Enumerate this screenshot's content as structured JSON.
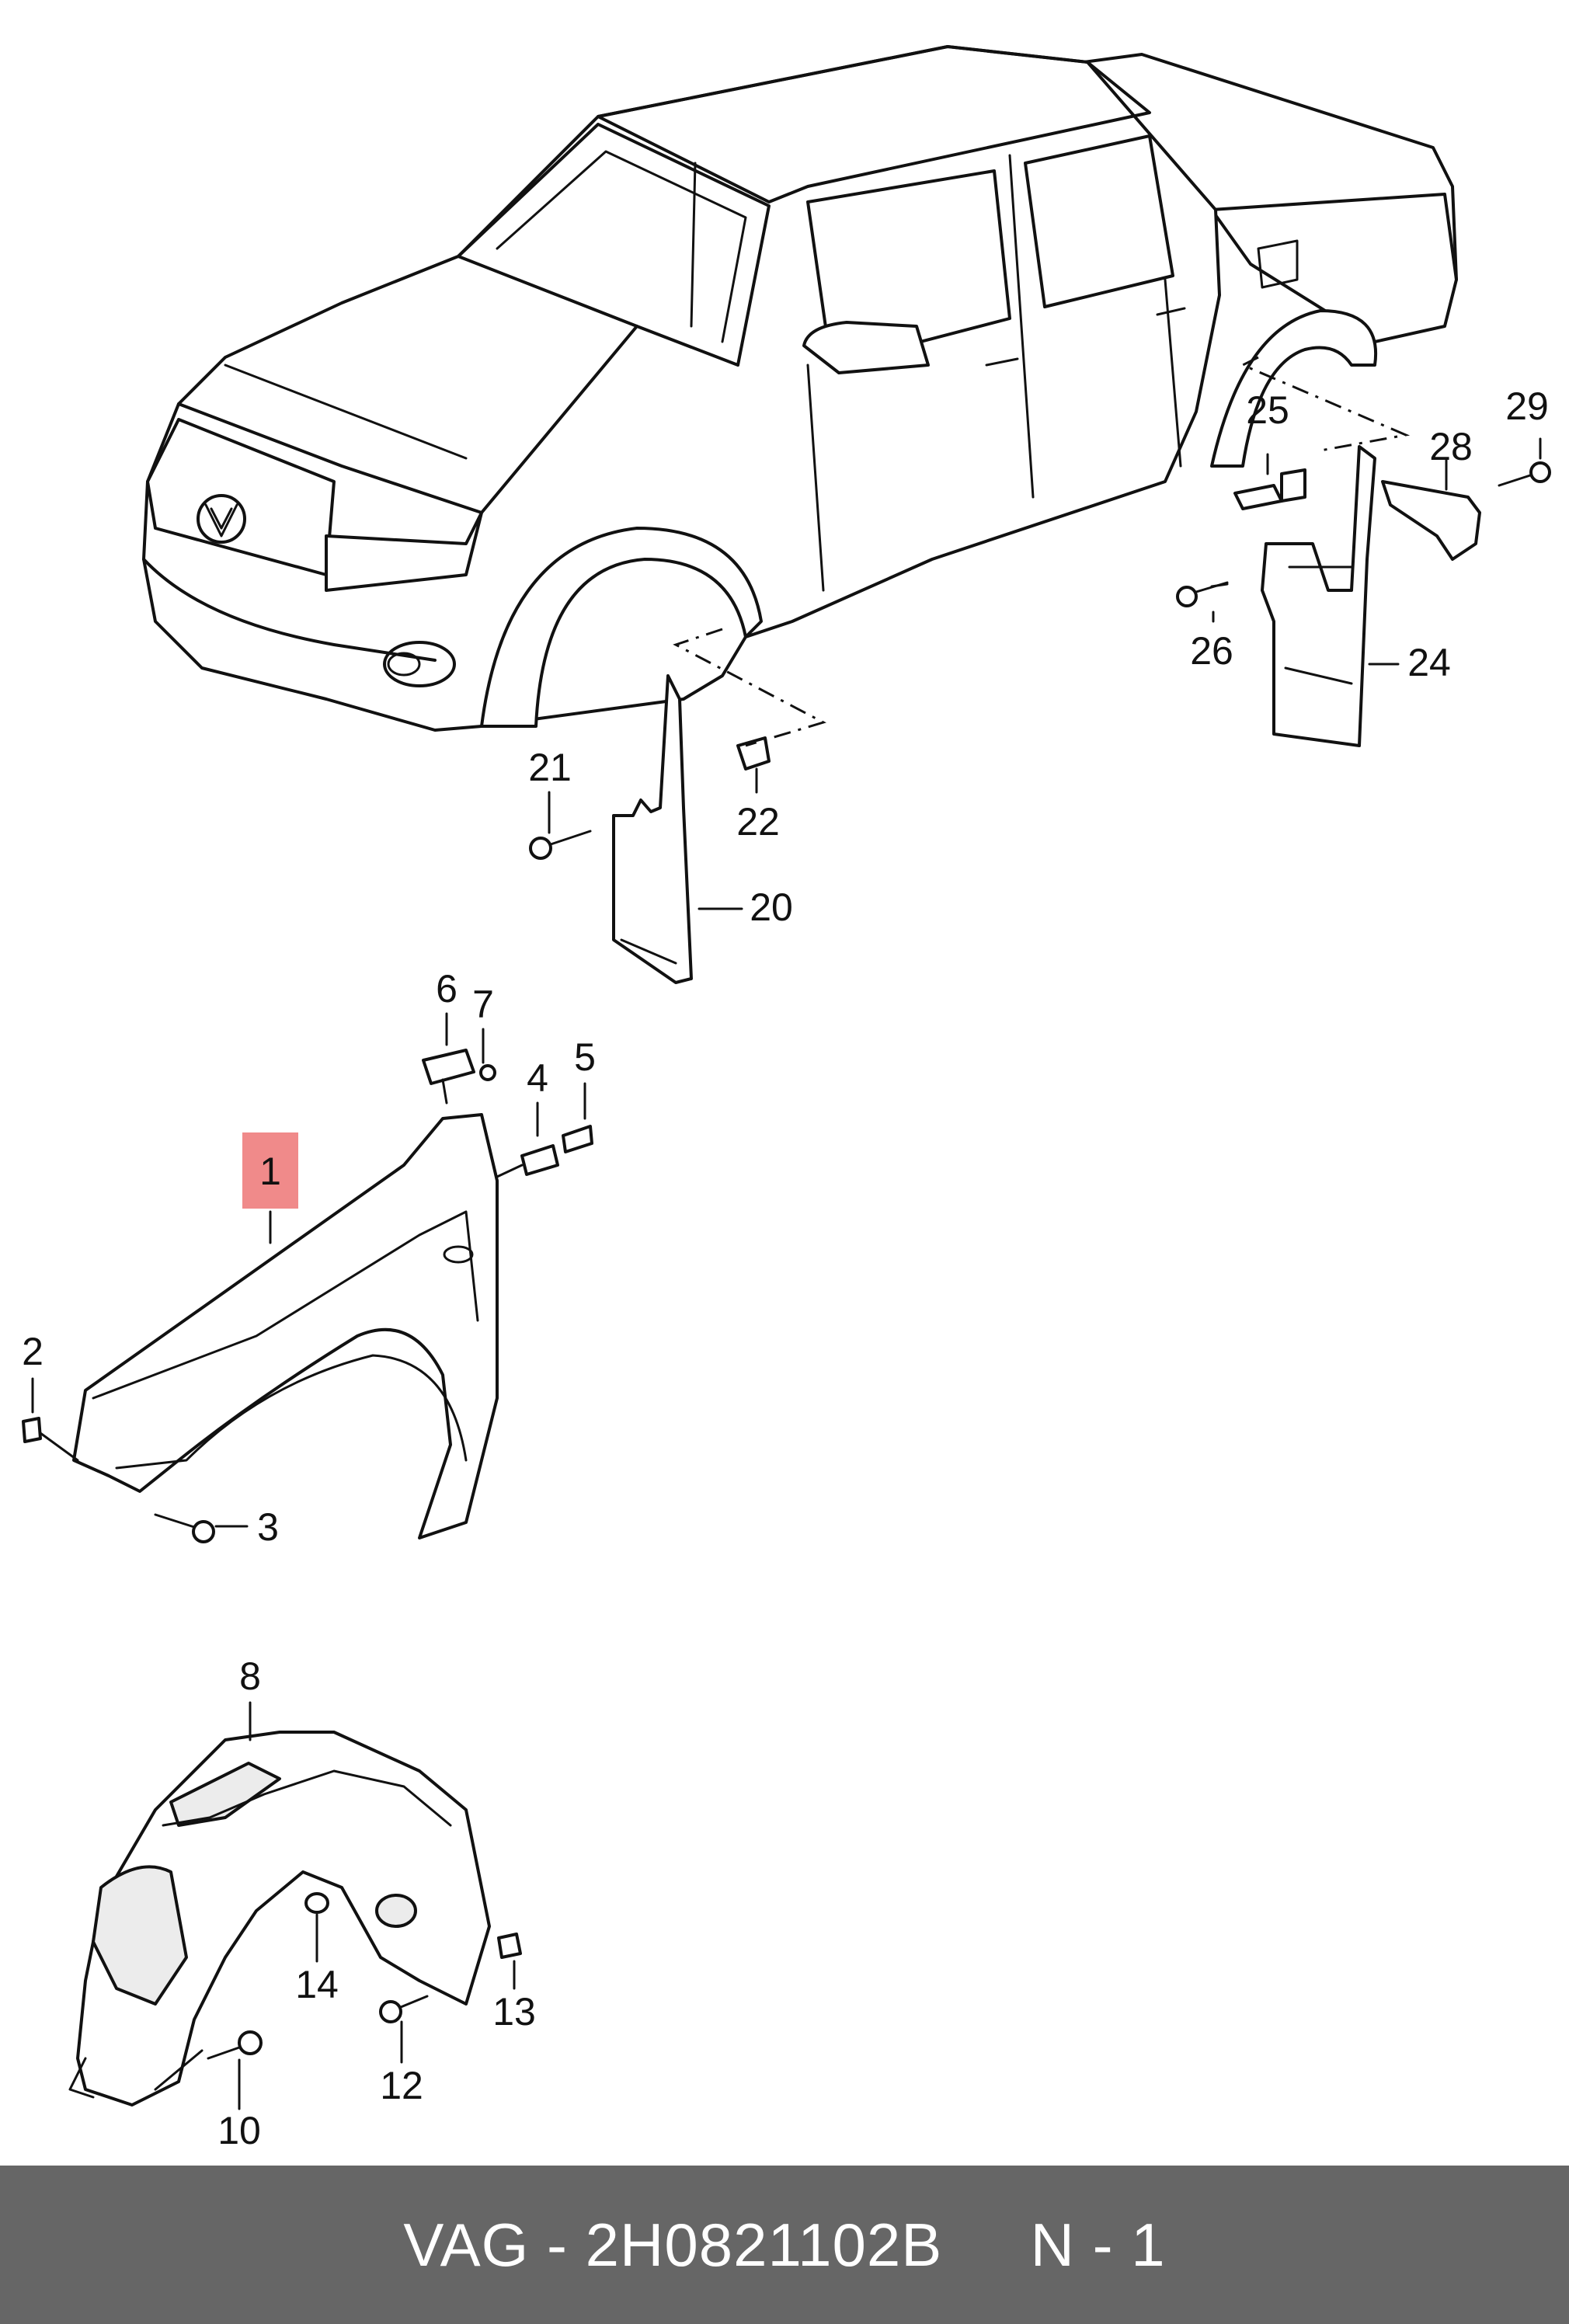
{
  "footer": {
    "text": "VAG - 2H0821102B     N - 1"
  },
  "highlight_color": "#f08a8a",
  "footer_color": "#666666",
  "labels": {
    "p1": "1",
    "p2": "2",
    "p3": "3",
    "p4": "4",
    "p5": "5",
    "p6": "6",
    "p7": "7",
    "p8": "8",
    "p10": "10",
    "p12": "12",
    "p13": "13",
    "p14": "14",
    "p20": "20",
    "p21": "21",
    "p22": "22",
    "p24": "24",
    "p25": "25",
    "p26": "26",
    "p28": "28",
    "p29": "29"
  }
}
